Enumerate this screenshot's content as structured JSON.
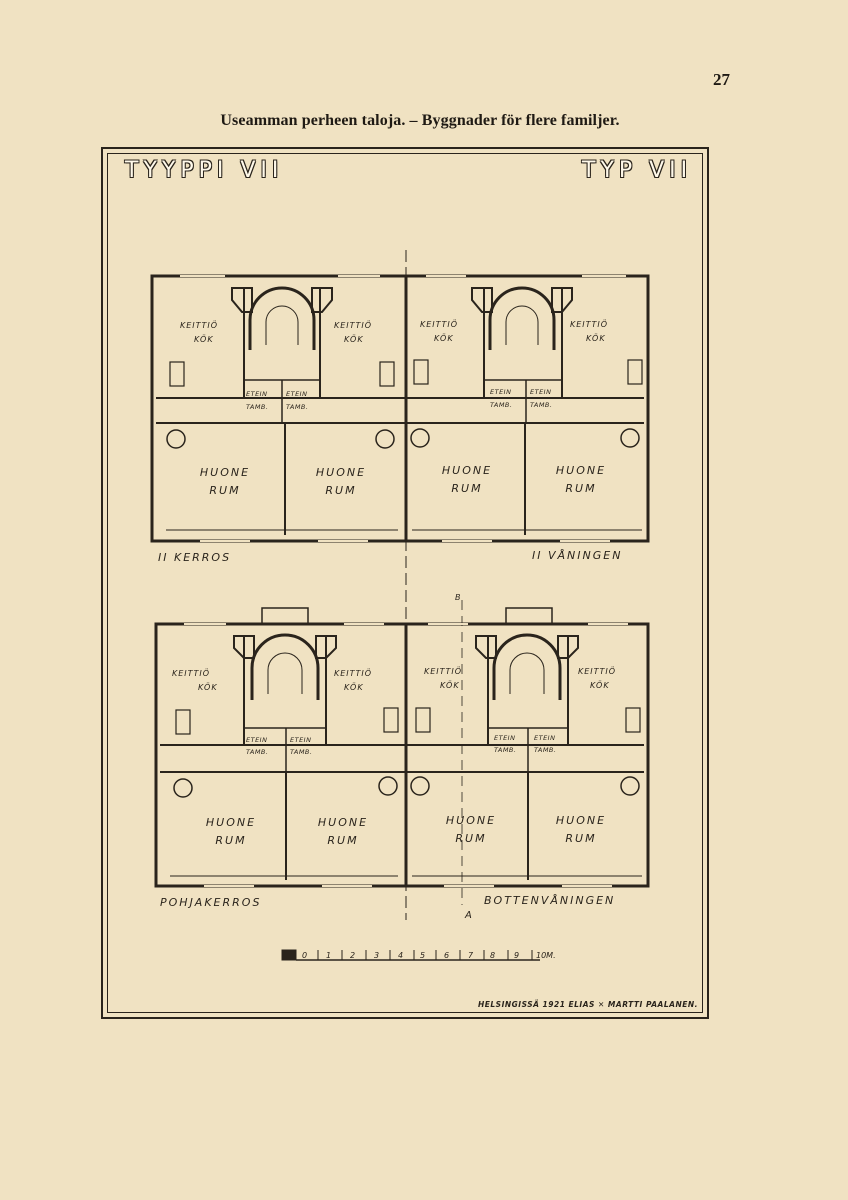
{
  "page": {
    "number": "27",
    "title": "Useamman perheen taloja. – Byggnader för flere familjer."
  },
  "plate": {
    "type_fi": "TYYPPI VII",
    "type_sv": "TYP VII",
    "upper_floor_fi": "II KERROS",
    "upper_floor_sv": "II VÅNINGEN",
    "ground_floor_fi": "POHJAKERROS",
    "ground_floor_sv": "BOTTENVÅNINGEN",
    "section_mark_top": "B",
    "section_mark_bottom": "A",
    "rooms": {
      "kitchen_fi": "KEITTIÖ",
      "kitchen_sv": "KÖK",
      "hall_fi": "ETEIN",
      "hall_sv": "TAMB.",
      "room_fi": "HUONE",
      "room_sv": "RUM"
    },
    "scale_labels": [
      "0",
      "1",
      "2",
      "3",
      "4",
      "5",
      "6",
      "7",
      "8",
      "9",
      "10M."
    ],
    "credit": "HELSINGISSÄ 1921 ELIAS ✕ MARTTI PAALANEN."
  }
}
